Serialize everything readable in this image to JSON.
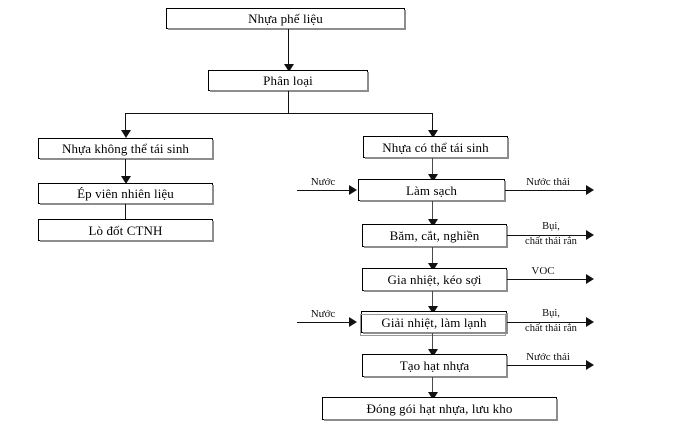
{
  "diagram": {
    "title": "Quy trinh tai che nhua phe lieu",
    "type": "process-flowchart",
    "language": "vi",
    "colors": {
      "box_border": "#000000",
      "box_fill": "#ffffff",
      "connector": "#4a4a4a",
      "arrow": "#111111",
      "text": "#000000",
      "page_background": "#ffffff"
    }
  },
  "nodes": {
    "input": {
      "label": "Nhựa phế liệu"
    },
    "sorting": {
      "label": "Phân loại"
    },
    "non_recyclable": {
      "label": "Nhựa không thể tái sinh"
    },
    "pellet_press": {
      "label": "Ép viên nhiên liệu"
    },
    "incinerator": {
      "label": "Lò đốt CTNH"
    },
    "recyclable": {
      "label": "Nhựa có thể tái sinh"
    },
    "washing": {
      "label": "Làm sạch"
    },
    "shredding": {
      "label": "Băm, cắt, nghiền"
    },
    "heating": {
      "label": "Gia nhiệt, kéo sợi"
    },
    "cooling": {
      "label": "Giải nhiệt, làm lạnh"
    },
    "pelletizing": {
      "label": "Tạo hạt nhựa"
    },
    "packaging": {
      "label": "Đóng gói hạt nhựa, lưu kho"
    }
  },
  "inputs": {
    "water_to_washing": {
      "label": "Nước"
    },
    "water_to_cooling": {
      "label": "Nước"
    }
  },
  "outputs": {
    "washing_waste": {
      "label": "Nước thải"
    },
    "shredding_waste_top": {
      "label": "Bụi,"
    },
    "shredding_waste_bottom": {
      "label": "chất thải rắn"
    },
    "heating_waste": {
      "label": "VOC"
    },
    "cooling_waste_top": {
      "label": "Bụi,"
    },
    "cooling_waste_bottom": {
      "label": "chất thải rắn"
    },
    "pelletizing_waste": {
      "label": "Nước thải"
    }
  }
}
